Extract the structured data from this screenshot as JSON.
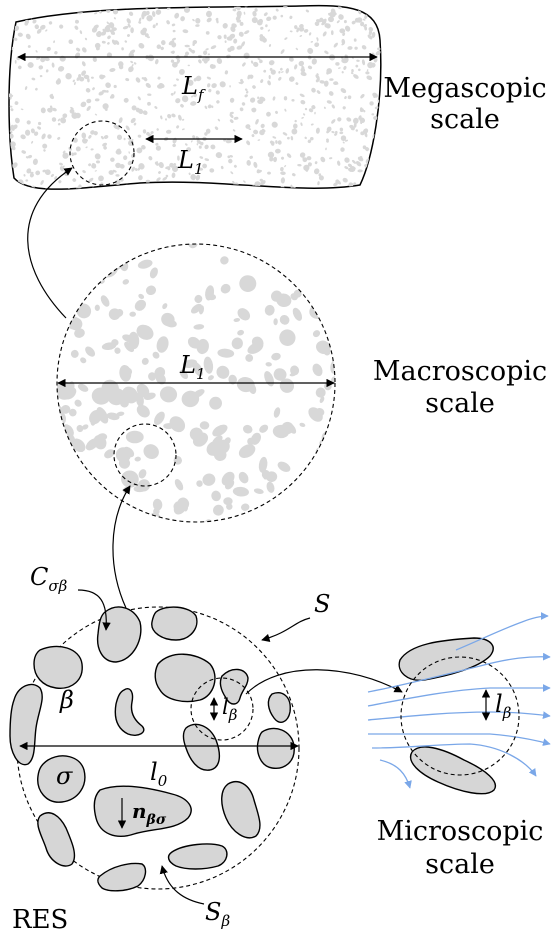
{
  "labels": {
    "megascopic_line1": "Megascopic",
    "megascopic_line2": "scale",
    "macroscopic_line1": "Macroscopic",
    "macroscopic_line2": "scale",
    "microscopic_line1": "Microscopic",
    "microscopic_line2": "scale",
    "res": "RES"
  },
  "math": {
    "Lf_main": "L",
    "Lf_sub": "f",
    "L1_main": "L",
    "L1_sub": "1",
    "L1b_main": "L",
    "L1b_sub": "1",
    "C_main": "C",
    "C_sub": "σβ",
    "S": "S",
    "S_beta_main": "S",
    "S_beta_sub": "β",
    "beta": "β",
    "sigma": "σ",
    "l0_main": "l",
    "l0_sub": "0",
    "lbeta_main": "l",
    "lbeta_sub": "β",
    "lbeta2_main": "l",
    "lbeta2_sub": "β",
    "n_main": "n",
    "n_sub": "βσ"
  },
  "colors": {
    "grain": "#d8d8d8",
    "particle": "#d6d6d6",
    "flow": "#7aa7e8"
  }
}
